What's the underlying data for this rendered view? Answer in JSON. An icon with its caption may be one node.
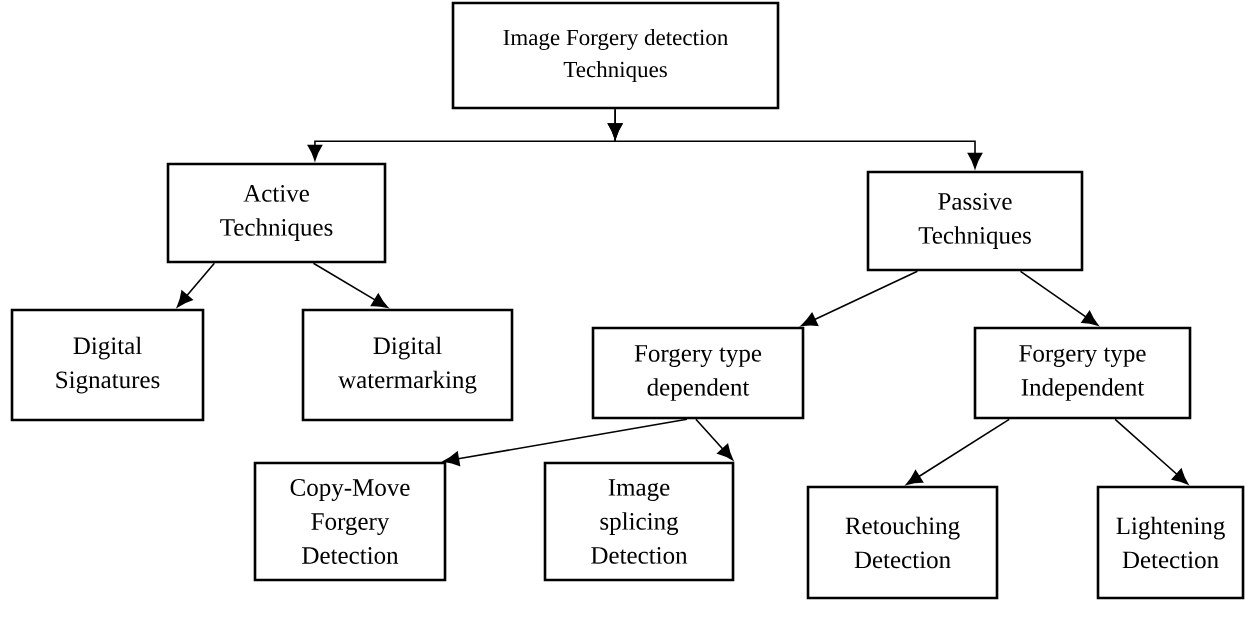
{
  "diagram": {
    "nodes": [
      {
        "text": [
          "Image Forgery detection Techniques"
        ]
      },
      {
        "text": [
          "Active Techniques"
        ]
      },
      {
        "text": [
          "Passive Techniques"
        ]
      },
      {
        "text": [
          "Digital Signatures"
        ]
      },
      {
        "text": [
          "Digital watermarking"
        ]
      },
      {
        "text": [
          "Forgery type dependent"
        ]
      },
      {
        "text": [
          "Forgery type Independent"
        ]
      },
      {
        "text": [
          "Copy-Move Forgery Detection"
        ]
      },
      {
        "text": [
          "Image splicing Detection"
        ]
      },
      {
        "text": [
          "Retouching Detection"
        ]
      },
      {
        "text": [
          "Lightening Detection"
        ]
      }
    ],
    "edges": [
      {
        "from": 0,
        "to": 1,
        "arrow": "to"
      },
      {
        "from": 0,
        "to": 2,
        "arrow": "to"
      },
      {
        "from": 1,
        "to": 3,
        "arrow": "to"
      },
      {
        "from": 1,
        "to": 4,
        "arrow": "to"
      },
      {
        "from": 2,
        "to": 5,
        "arrow": "to"
      },
      {
        "from": 2,
        "to": 6,
        "arrow": "to"
      },
      {
        "from": 5,
        "to": 7,
        "arrow": "to"
      },
      {
        "from": 5,
        "to": 8,
        "arrow": "to"
      },
      {
        "from": 6,
        "to": 9,
        "arrow": "to"
      },
      {
        "from": 6,
        "to": 10,
        "arrow": "to"
      }
    ]
  }
}
